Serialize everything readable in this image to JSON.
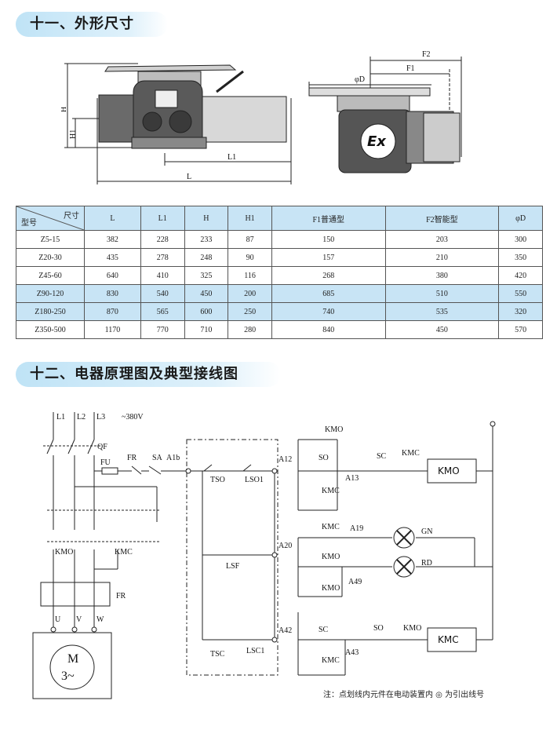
{
  "section1": {
    "title": "十一、外形尺寸"
  },
  "section2": {
    "title": "十二、电器原理图及典型接线图"
  },
  "drawing_front": {
    "H": "H",
    "H1": "H1",
    "L1": "L1",
    "L": "L"
  },
  "drawing_side": {
    "F2": "F2",
    "F1": "F1",
    "phiD": "φD",
    "ex": "Ex"
  },
  "table": {
    "corner_top": "尺寸",
    "corner_bottom": "型号",
    "headers": [
      "L",
      "L1",
      "H",
      "H1",
      "F1普通型",
      "F2智能型",
      "φD"
    ],
    "rows": [
      [
        "Z5-15",
        "382",
        "228",
        "233",
        "87",
        "150",
        "203",
        "300"
      ],
      [
        "Z20-30",
        "435",
        "278",
        "248",
        "90",
        "157",
        "210",
        "350"
      ],
      [
        "Z45-60",
        "640",
        "410",
        "325",
        "116",
        "268",
        "380",
        "420"
      ],
      [
        "Z90-120",
        "830",
        "540",
        "450",
        "200",
        "685",
        "510",
        "550"
      ],
      [
        "Z180-250",
        "870",
        "565",
        "600",
        "250",
        "740",
        "535",
        "320"
      ],
      [
        "Z350-500",
        "1170",
        "770",
        "710",
        "280",
        "840",
        "450",
        "570"
      ]
    ]
  },
  "circuit": {
    "L1": "L1",
    "L2": "L2",
    "L3": "L3",
    "voltage": "~380V",
    "QF": "QF",
    "FU": "FU",
    "FR": "FR",
    "SA": "SA",
    "A1b": "A1b",
    "KMO": "KMO",
    "KMC": "KMC",
    "FR2": "FR",
    "U": "U",
    "V": "V",
    "W": "W",
    "M": "M",
    "M3": "3~",
    "TSO": "TSO",
    "LSO1": "LSO1",
    "LSF": "LSF",
    "TSC": "TSC",
    "LSC1": "LSC1",
    "A12": "A12",
    "A20": "A20",
    "A42": "A42",
    "SO": "SO",
    "SC": "SC",
    "A13": "A13",
    "KMC_r1": "KMC",
    "KMO_box": "KMO",
    "KMC_r2": "KMC",
    "KMO_top": "KMO",
    "KMC_gn": "KMC",
    "A19": "A19",
    "GN": "GN",
    "KMO_rd": "KMO",
    "RD": "RD",
    "KMO_a49": "KMO",
    "A49": "A49",
    "SC2": "SC",
    "SO2": "SO",
    "KMO_r3": "KMO",
    "KMC_box": "KMC",
    "A43": "A43",
    "KMC_b": "KMC"
  },
  "note": "注：点划线内元件在电动装置内 ◎ 为引出线号"
}
